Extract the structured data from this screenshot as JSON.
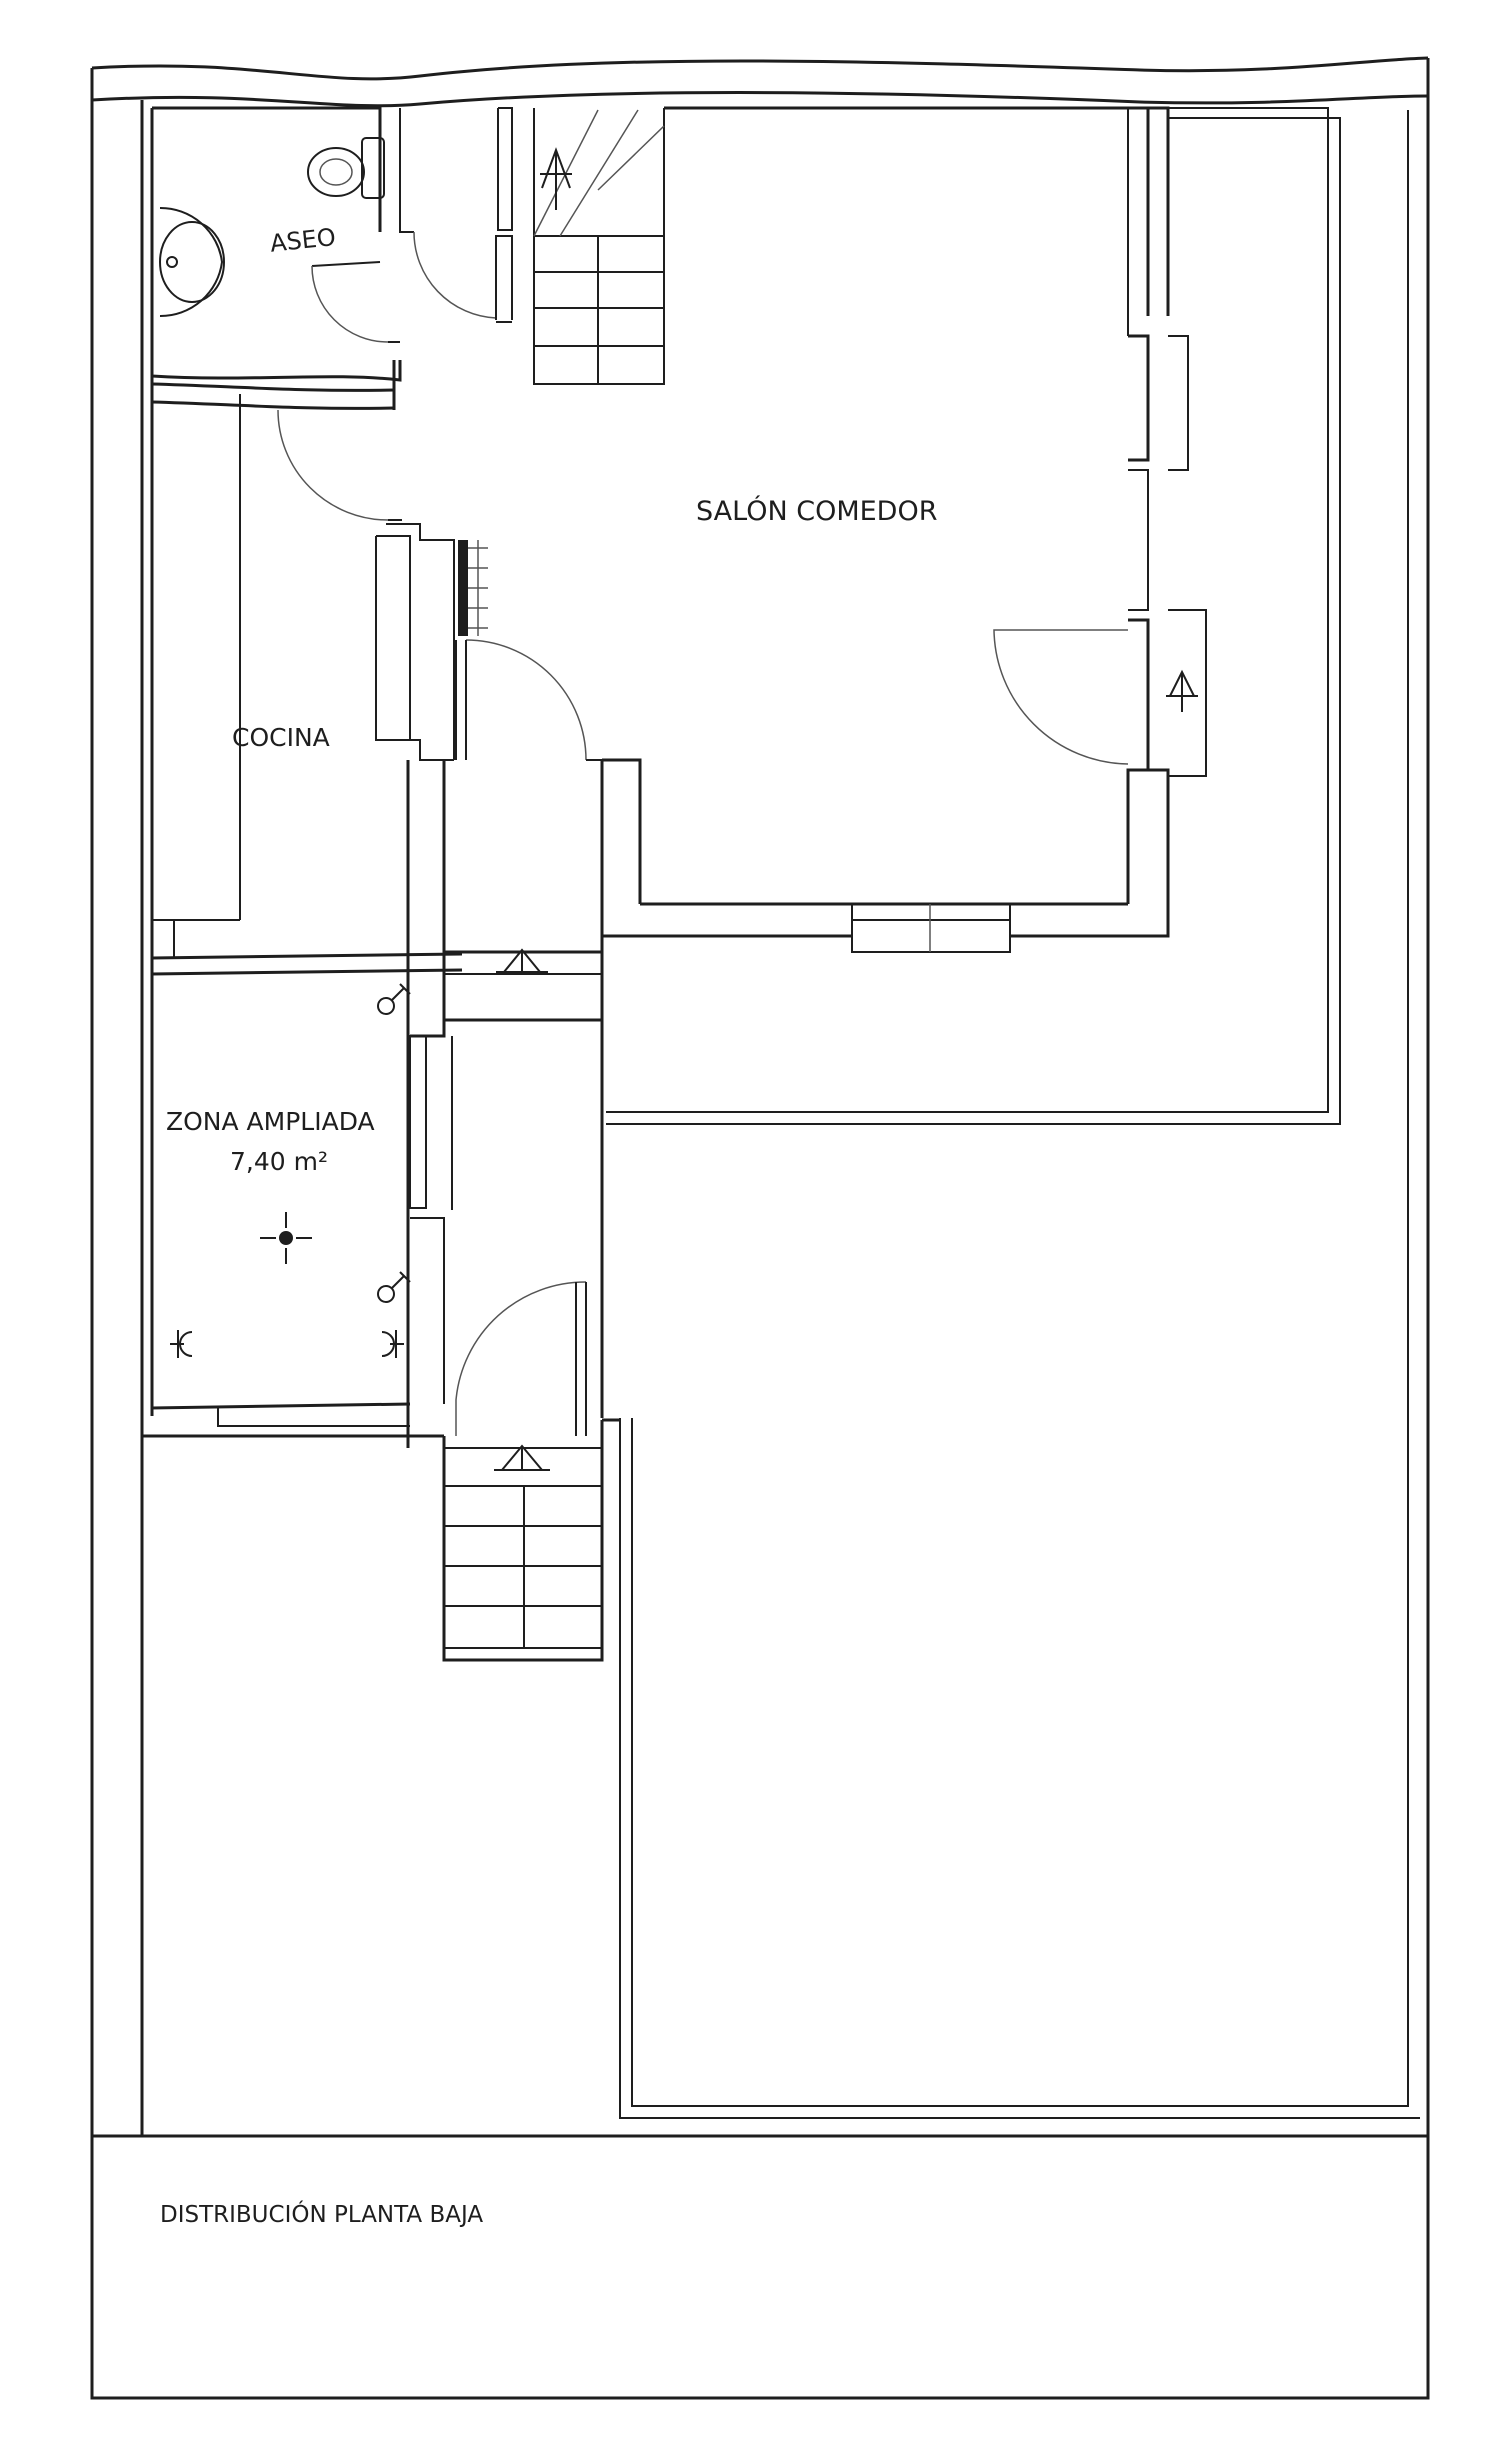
{
  "rooms": {
    "aseo": "ASEO",
    "salon_comedor": "SALÓN COMEDOR",
    "cocina": "COCINA",
    "zona_ampliada": "ZONA AMPLIADA",
    "zona_ampliada_area": "7,40 m²"
  },
  "footer": {
    "title": "DISTRIBUCIÓN PLANTA BAJA"
  },
  "colors": {
    "line": "#1e1e1e",
    "background": "#ffffff"
  },
  "icons": [
    "toilet-icon",
    "sink-icon",
    "light-point-icon",
    "wall-light-icon",
    "socket-icon",
    "radiator-icon",
    "stair-arrow-icon"
  ]
}
